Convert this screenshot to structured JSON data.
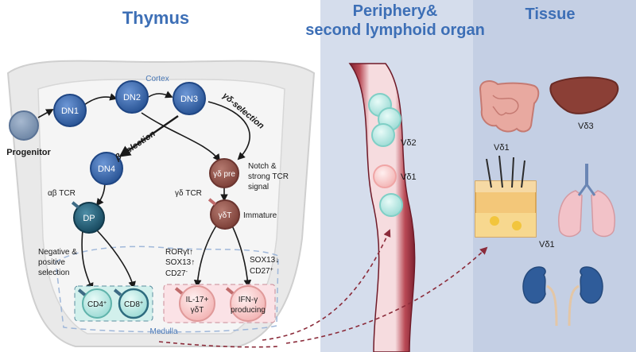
{
  "panels": {
    "thymus_title": "Thymus",
    "periphery_title_line1": "Periphery&",
    "periphery_title_line2": "second lymphoid organ",
    "tissue_title": "Tissue"
  },
  "regions": {
    "cortex": "Cortex",
    "medulla": "Medulla"
  },
  "cells": {
    "progenitor": "Progenitor",
    "dn1": "DN1",
    "dn2": "DN2",
    "dn3": "DN3",
    "dn4": "DN4",
    "dp": "DP",
    "gd_pre": "γδ pre",
    "gdt": "γδT",
    "cd4": "CD4",
    "cd4_sup": "+",
    "cd8": "CD8",
    "cd8_sup": "+",
    "il17_line1": "IL-17+",
    "il17_line2": "γδT",
    "ifng_line1": "IFN-γ",
    "ifng_line2": "producing"
  },
  "labels": {
    "beta_selection": "β-selection",
    "gd_selection": "γδ-selection",
    "ab_tcr": "αβ TCR",
    "gd_tcr": "γδ TCR",
    "notch_line1": "Notch &",
    "notch_line2": "strong TCR",
    "notch_line3": "signal",
    "immature": "Immature",
    "neg_line1": "Negative &",
    "neg_line2": "positive",
    "neg_line3": "selection",
    "rorgt": "RORγt↑",
    "sox13_left": "SOX13↑",
    "cd27_left": "CD27",
    "cd27_left_sup": "-",
    "sox13_right": "SOX13↓",
    "cd27_right": "CD27",
    "cd27_right_sup": "+"
  },
  "periphery": {
    "vd2": "Vδ2",
    "vd1": "Vδ1"
  },
  "tissue": {
    "vd1_gut": "Vδ1",
    "vd3_liver": "Vδ3",
    "vd1_skin_lung": "Vδ1"
  },
  "colors": {
    "title_blue": "#3d6fb6",
    "dn_blue": "#2f5fa3",
    "dp_teal": "#1f5a72",
    "gd_brown": "#8a4c43",
    "arrow_red": "#8b2b3a"
  }
}
